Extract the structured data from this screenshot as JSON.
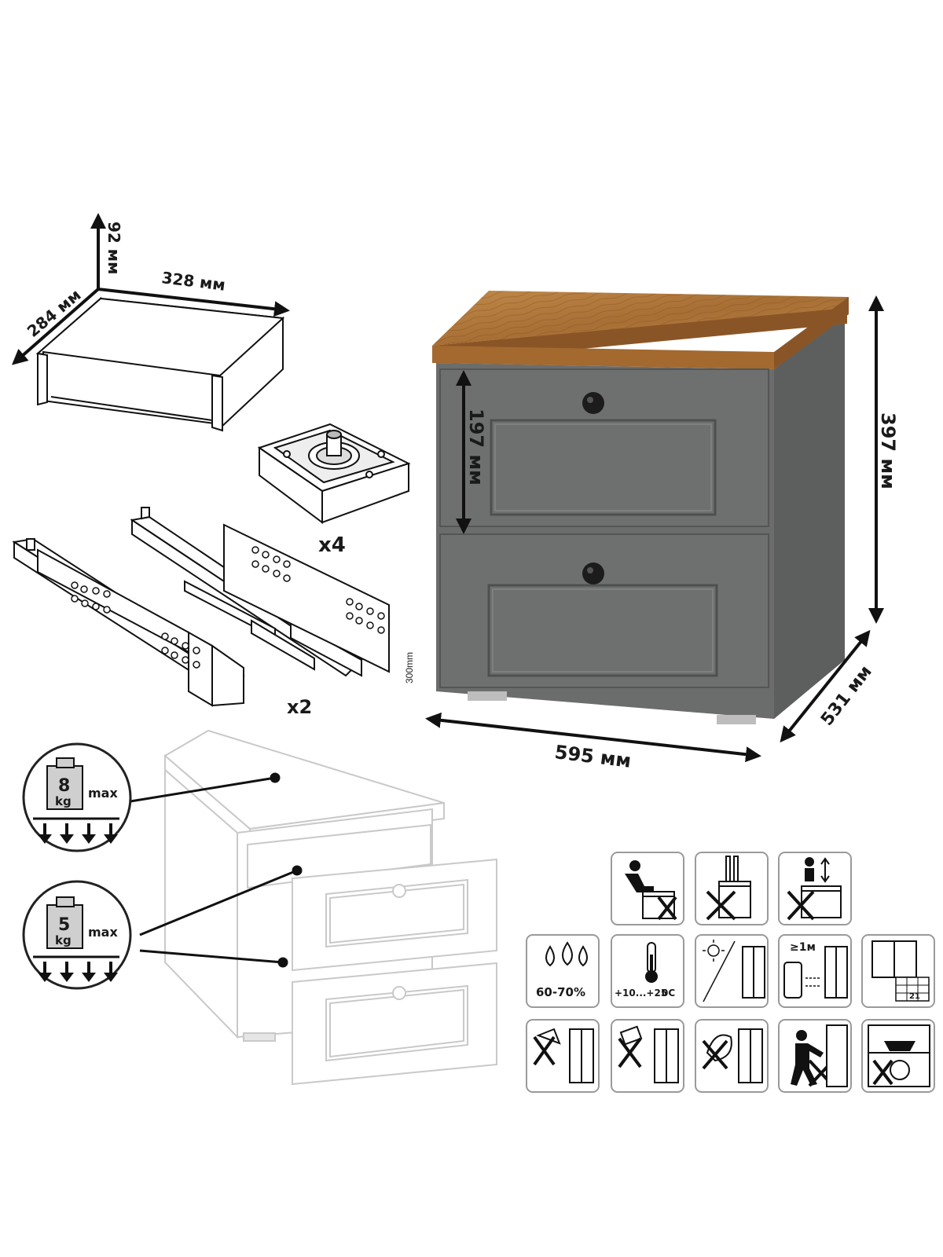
{
  "dimensions": {
    "drawer_width": "328 мм",
    "drawer_depth": "284 мм",
    "drawer_height": "92 мм",
    "front_height": "197 мм",
    "total_height": "397 мм",
    "total_width": "595 мм",
    "total_depth": "531 мм"
  },
  "parts": {
    "leg_qty": "x4",
    "slide_qty": "x2",
    "slide_length": "300mm"
  },
  "load": {
    "top_weight": "8",
    "top_unit": "kg",
    "top_max": "max",
    "drawer_weight": "5",
    "drawer_unit": "kg",
    "drawer_max": "max"
  },
  "care": {
    "humidity": "60-70%",
    "temperature": "+10...+25",
    "temperature_unit": "0C",
    "distance": "≥1м",
    "calendar_day": "21"
  },
  "colors": {
    "body": "#6b6d6d",
    "wood_top": "#b07a3e",
    "line": "#111111"
  },
  "icons": [
    "no-sitting-on-top-icon",
    "no-standing-on-top-icon",
    "no-jumping-on-top-icon",
    "humidity-icon",
    "temperature-icon",
    "no-direct-sunlight-icon",
    "heater-distance-icon",
    "ventilation-icon",
    "no-wet-cleaning-icon",
    "no-abrasive-cleaner-icon",
    "no-solvent-icon",
    "no-leaning-icon",
    "no-overload-icon"
  ]
}
